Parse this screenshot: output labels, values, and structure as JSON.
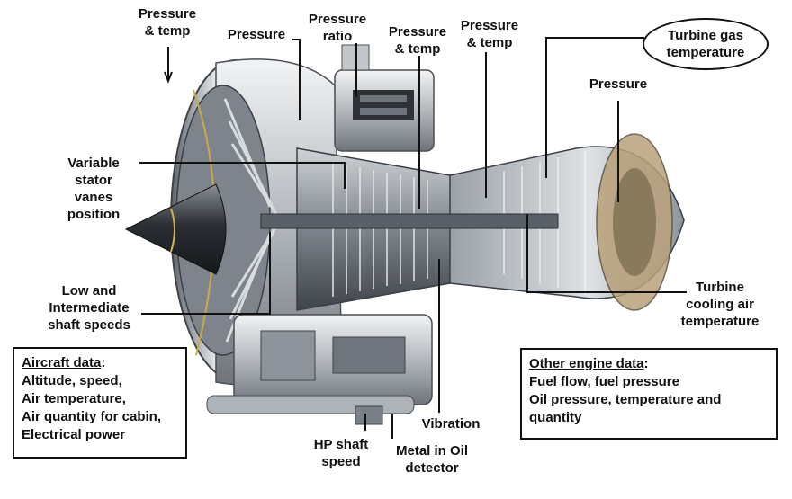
{
  "labels": {
    "pressure_temp_left": [
      "Pressure",
      "& temp"
    ],
    "pressure_top": "Pressure",
    "pressure_ratio": [
      "Pressure",
      "ratio"
    ],
    "pressure_temp_mid": [
      "Pressure",
      "& temp"
    ],
    "pressure_temp_right": [
      "Pressure",
      "& temp"
    ],
    "turbine_gas_temp": [
      "Turbine gas",
      "temperature"
    ],
    "pressure_right": "Pressure",
    "variable_stator": [
      "Variable",
      "stator",
      "vanes",
      "position"
    ],
    "low_intermediate": [
      "Low and",
      "Intermediate",
      "shaft speeds"
    ],
    "turbine_cooling": [
      "Turbine",
      "cooling air",
      "temperature"
    ],
    "vibration": "Vibration",
    "hp_shaft": [
      "HP shaft",
      "speed"
    ],
    "metal_oil": [
      "Metal in Oil",
      "detector"
    ]
  },
  "aircraft_box": {
    "header": "Aircraft data",
    "header_suffix": ":",
    "lines": [
      "Altitude, speed,",
      "Air temperature,",
      "Air quantity for cabin,",
      "Electrical power"
    ]
  },
  "engine_box": {
    "header": "Other engine data",
    "header_suffix": ":",
    "lines": [
      "Fuel flow, fuel pressure",
      "Oil pressure, temperature and",
      "quantity"
    ]
  },
  "colors": {
    "metal_light": "#e4e6e8",
    "metal_mid": "#9aa0a6",
    "metal_dark": "#4a4f55",
    "line": "#111111"
  }
}
